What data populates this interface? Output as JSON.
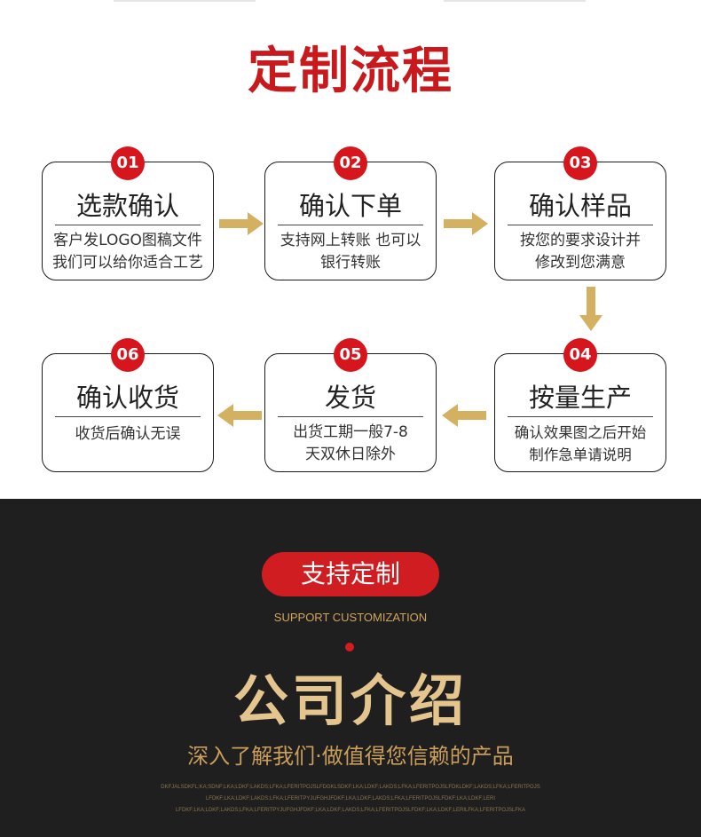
{
  "process": {
    "title": "定制流程",
    "steps": [
      {
        "num": "01",
        "title": "选款确认",
        "desc": "客户发LOGO图稿文件\n我们可以给你适合工艺"
      },
      {
        "num": "02",
        "title": "确认下单",
        "desc": "支持网上转账 也可以\n银行转账"
      },
      {
        "num": "03",
        "title": "确认样品",
        "desc": "按您的要求设计并\n修改到您满意"
      },
      {
        "num": "04",
        "title": "按量生产",
        "desc": "确认效果图之后开始\n制作急单请说明"
      },
      {
        "num": "05",
        "title": "发货",
        "desc": "出货工期一般7-8\n天双休日除外"
      },
      {
        "num": "06",
        "title": "确认收货",
        "desc": "收货后确认无误"
      }
    ],
    "colors": {
      "accent": "#c8191d",
      "badge": "#d6161c",
      "arrow": "#d4b061"
    }
  },
  "company": {
    "pill_label": "支持定制",
    "support_text": "SUPPORT CUSTOMIZATION",
    "title": "公司介绍",
    "tagline": "深入了解我们·做值得您信赖的产品",
    "filler_lines": [
      "DKFJALSDKFL;KA;SDNF;LKA;LDKF;LAKDS;LFKA;LFERITPOJSLFDGKLSDKF;LKA;LDKF;LAKDS;LFKA;LFERITPOJSLFDKLDKF;LAKDS;LFKA;LFERITPOJS",
      "LFDKF;LKA;LDKF;LAKDS;LFKA;LFERITPYJUFGHJFDKF;LKA;LDKF;LAKDS;LFKA;LFERITPOJSLFDKF;LKA;LDKF;LERI",
      "LFDKF;LKA;LDKF;LAKDS;LFKA;LFERITPYJUFGHJFDKF;LKA;LDKF;LAKDS;LFKA;LFERITPOJSLFDKF;LKA;LDKF;LERILFKA;LFERITPOJSLFKA"
    ],
    "colors": {
      "background": "#1f1f1f",
      "gold": "#e5c58e",
      "pill": "#cf1d22"
    }
  }
}
